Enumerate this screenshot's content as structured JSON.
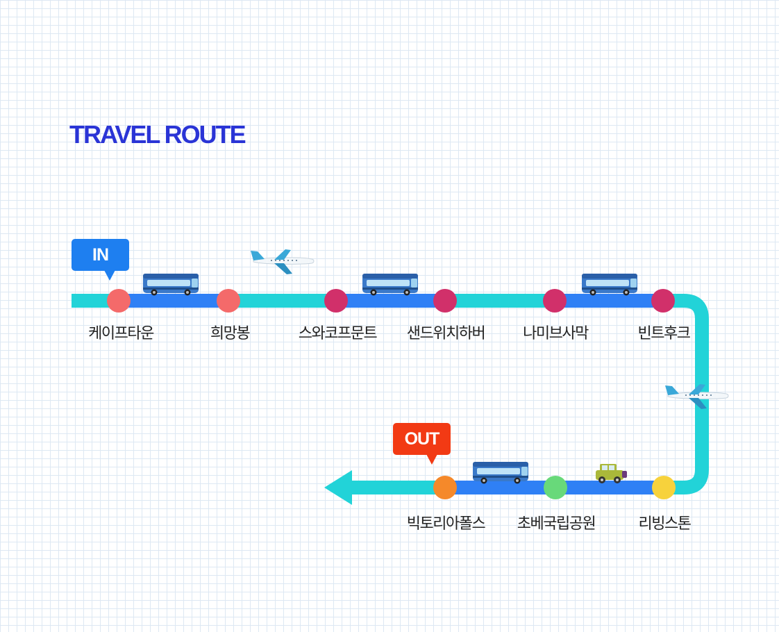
{
  "title": "TRAVEL ROUTE",
  "tags": {
    "start": "IN",
    "end": "OUT"
  },
  "colors": {
    "title": "#2a34d6",
    "route_line": "#22d3d8",
    "route_segment": "#2f80f5",
    "stop_coral": "#f46a6a",
    "stop_magenta": "#d1306a",
    "stop_orange": "#f5892a",
    "stop_green": "#68d97a",
    "stop_yellow": "#f7d23c",
    "tag_in": "#1e7ff0",
    "tag_out": "#f23a14"
  },
  "stops": [
    {
      "name": "케이프타운",
      "color": "coral"
    },
    {
      "name": "희망봉",
      "color": "coral"
    },
    {
      "name": "스와코프문트",
      "color": "magenta"
    },
    {
      "name": "샌드위치하버",
      "color": "magenta"
    },
    {
      "name": "나미브사막",
      "color": "magenta"
    },
    {
      "name": "빈트후크",
      "color": "magenta"
    },
    {
      "name": "리빙스톤",
      "color": "yellow"
    },
    {
      "name": "초베국립공원",
      "color": "green"
    },
    {
      "name": "빅토리아폴스",
      "color": "orange"
    }
  ],
  "transports": [
    {
      "from": "케이프타운",
      "to": "희망봉",
      "mode": "bus-icon"
    },
    {
      "from": "희망봉",
      "to": "스와코프문트",
      "mode": "airplane-icon"
    },
    {
      "from": "스와코프문트",
      "to": "샌드위치하버",
      "mode": "bus-icon"
    },
    {
      "from": "나미브사막",
      "to": "빈트후크",
      "mode": "bus-icon"
    },
    {
      "from": "빈트후크",
      "to": "리빙스톤",
      "mode": "airplane-icon"
    },
    {
      "from": "리빙스톤",
      "to": "초베국립공원",
      "mode": "jeep-icon"
    },
    {
      "from": "초베국립공원",
      "to": "빅토리아폴스",
      "mode": "bus-icon"
    }
  ]
}
